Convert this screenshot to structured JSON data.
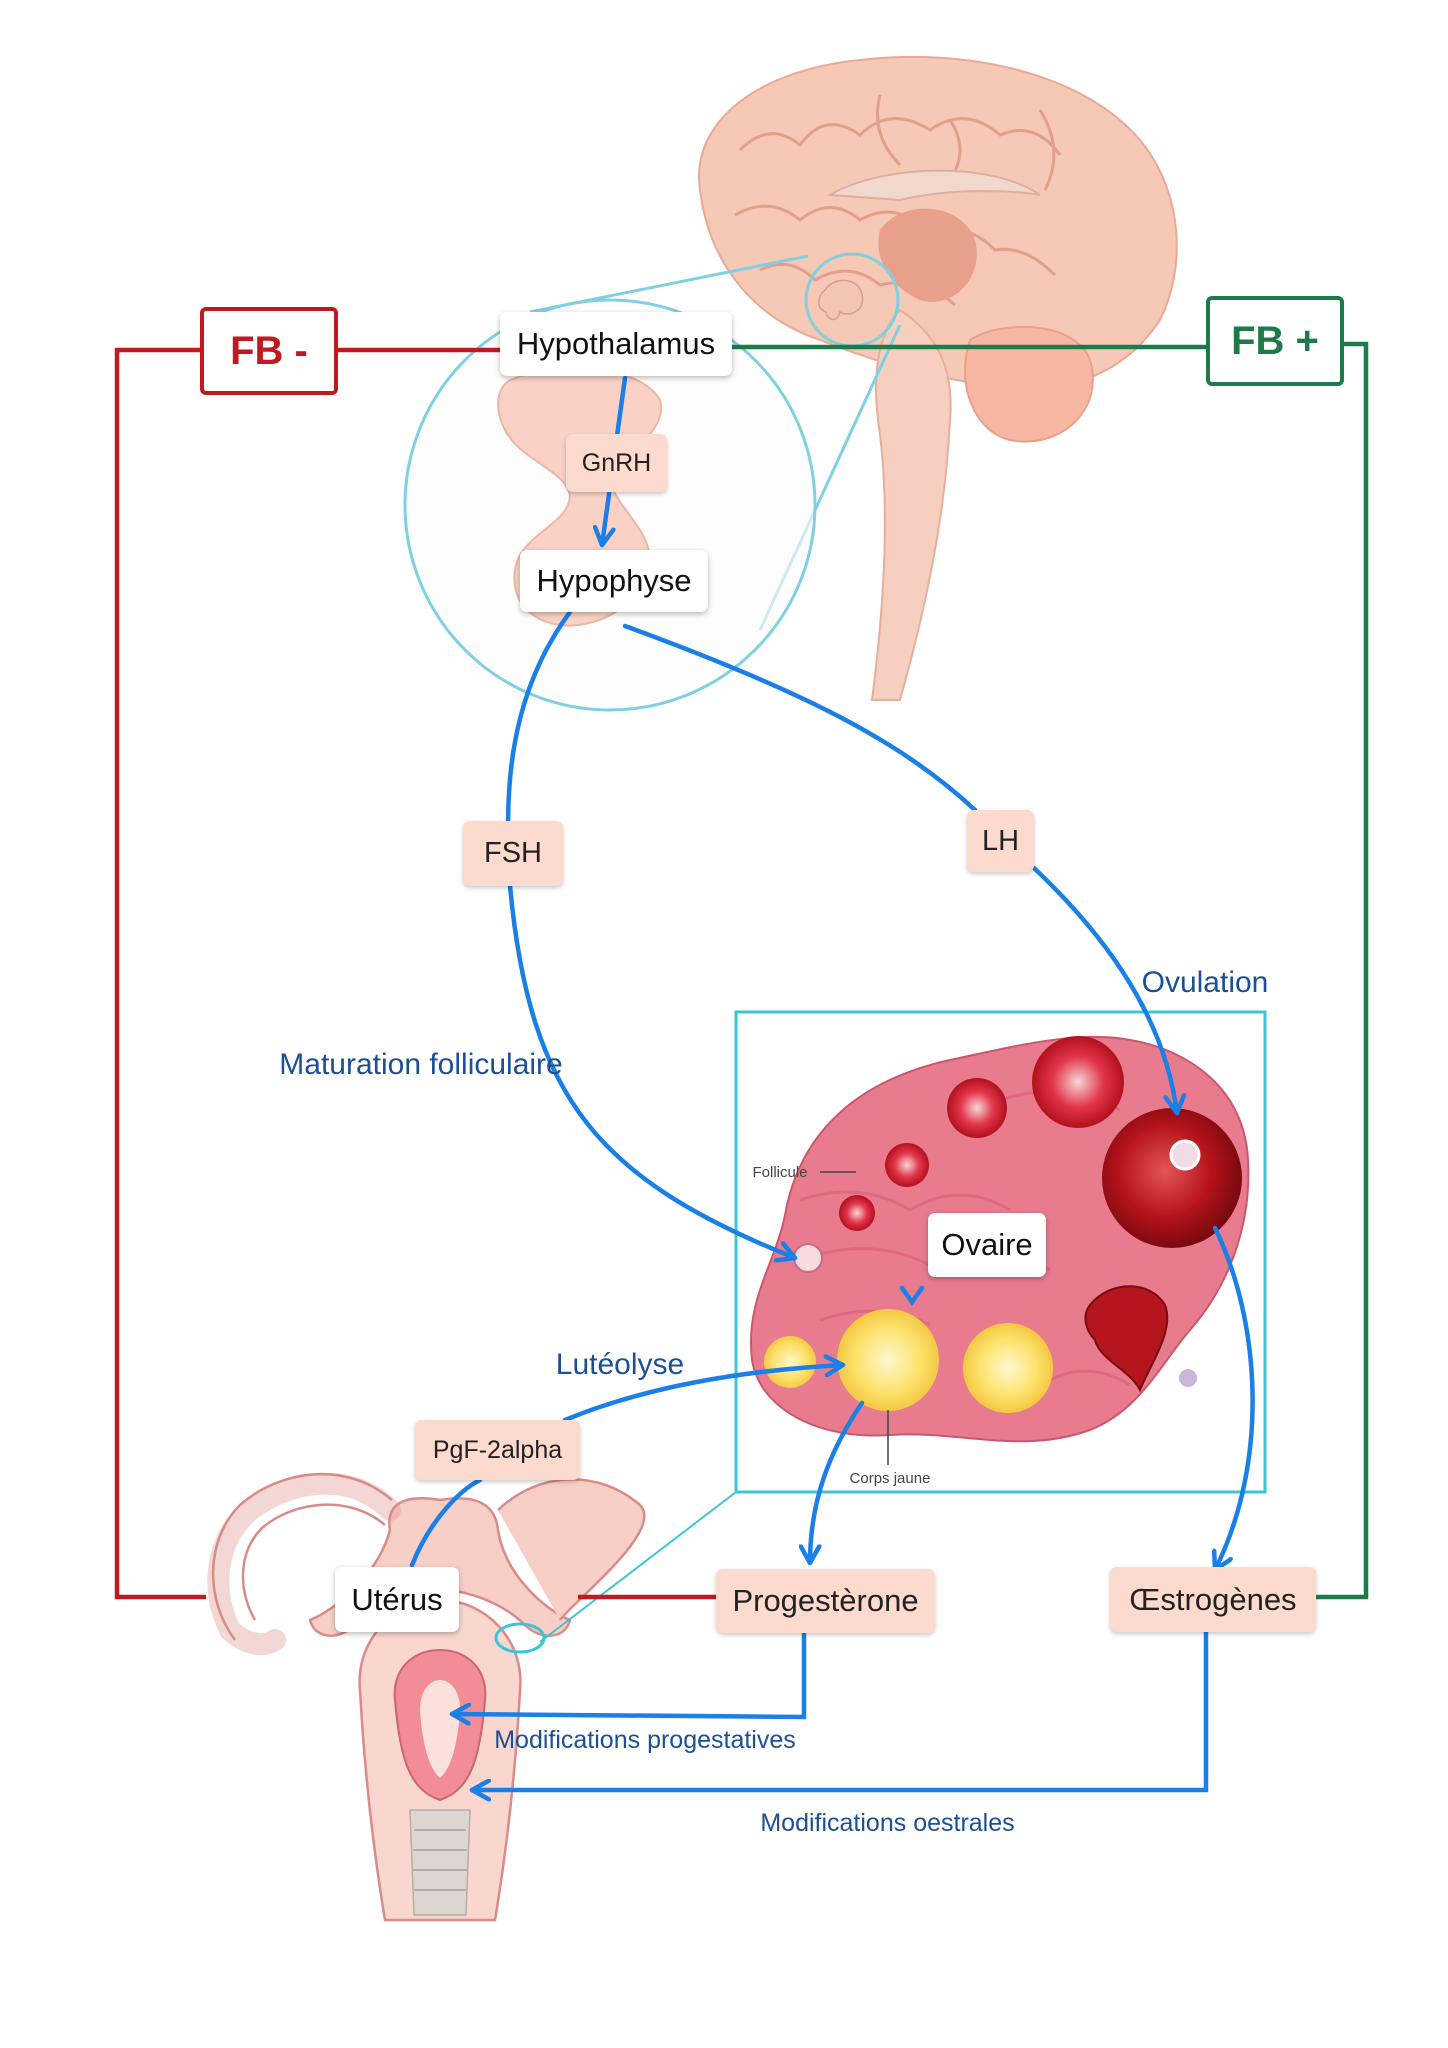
{
  "feedback": {
    "negative": "FB -",
    "positive": "FB +",
    "negative_color": "#c0191f",
    "positive_color": "#1f7a4a"
  },
  "nodes": {
    "hypothalamus": "Hypothalamus",
    "gnrh": "GnRH",
    "hypophyse": "Hypophyse",
    "fsh": "FSH",
    "lh": "LH",
    "ovaire": "Ovaire",
    "pgf": "PgF-2alpha",
    "uterus": "Utérus",
    "progesterone": "Progestèrone",
    "oestrogenes": "Œstrogènes"
  },
  "annotations": {
    "maturation": "Maturation folliculaire",
    "ovulation": "Ovulation",
    "luteolyse": "Lutéolyse",
    "mod_progestatives": "Modifications progestatives",
    "mod_oestrales": "Modifications oestrales",
    "follicule": "Follicule",
    "corps_jaune": "Corps jaune"
  },
  "colors": {
    "arrow": "#1a7fe6",
    "ovary_frame": "#3ec4d8",
    "zoom_circle": "#7fd0e0",
    "label_fill": "#fcdacd",
    "annotation_text": "#1c4f96"
  }
}
